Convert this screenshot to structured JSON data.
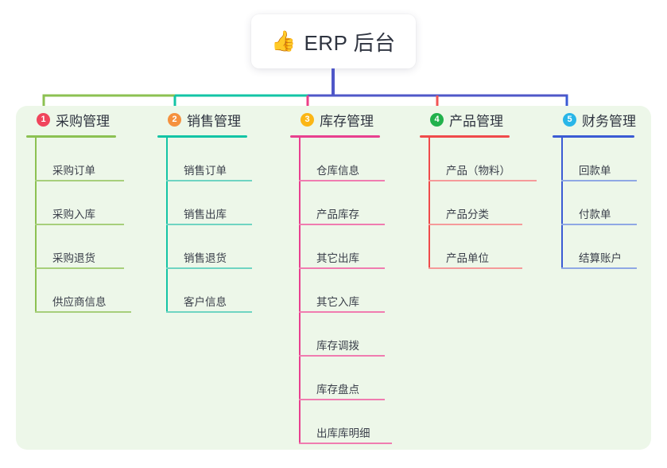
{
  "title": {
    "emoji": "👍",
    "emoji_name": "thumbs-up-icon",
    "text": "ERP 后台"
  },
  "theme": {
    "panel_bg": "#edf7e9",
    "page_bg": "#ffffff",
    "trunk_color": "#4f57c8",
    "text_color": "#2f3440"
  },
  "columns": [
    {
      "number": "1",
      "title": "采购管理",
      "badge_color": "#f0455c",
      "line_color": "#8cc152",
      "item_line_color": "#a7cf7b",
      "drop_color": "#8cc152",
      "bus_color": "#8cc152",
      "items": [
        {
          "label": "采购订单"
        },
        {
          "label": "采购入库"
        },
        {
          "label": "采购退货"
        },
        {
          "label": "供应商信息"
        }
      ]
    },
    {
      "number": "2",
      "title": "销售管理",
      "badge_color": "#f5913e",
      "line_color": "#13c4a5",
      "item_line_color": "#6fd4c2",
      "drop_color": "#13c4a5",
      "bus_color": "#13c4a5",
      "items": [
        {
          "label": "销售订单"
        },
        {
          "label": "销售出库"
        },
        {
          "label": "销售退货"
        },
        {
          "label": "客户信息"
        }
      ]
    },
    {
      "number": "3",
      "title": "库存管理",
      "badge_color": "#fbb615",
      "line_color": "#e8408f",
      "item_line_color": "#f07cb0",
      "drop_color": "#ed3f87",
      "bus_color": "#4f57c8",
      "items": [
        {
          "label": "仓库信息"
        },
        {
          "label": "产品库存"
        },
        {
          "label": "其它出库"
        },
        {
          "label": "其它入库"
        },
        {
          "label": "库存调拨"
        },
        {
          "label": "库存盘点"
        },
        {
          "label": "出库库明细"
        }
      ]
    },
    {
      "number": "4",
      "title": "产品管理",
      "badge_color": "#22b14c",
      "line_color": "#f04b4b",
      "item_line_color": "#f59a9a",
      "drop_color": "#f25555",
      "bus_color": "#4f57c8",
      "items": [
        {
          "label": "产品（物料）"
        },
        {
          "label": "产品分类"
        },
        {
          "label": "产品单位"
        }
      ]
    },
    {
      "number": "5",
      "title": "财务管理",
      "badge_color": "#29b6e8",
      "line_color": "#3b5bd4",
      "item_line_color": "#8fa8e4",
      "drop_color": "#3b5bd4",
      "bus_color": "#4f57c8",
      "items": [
        {
          "label": "回款单"
        },
        {
          "label": "付款单"
        },
        {
          "label": "结算账户"
        }
      ]
    }
  ]
}
